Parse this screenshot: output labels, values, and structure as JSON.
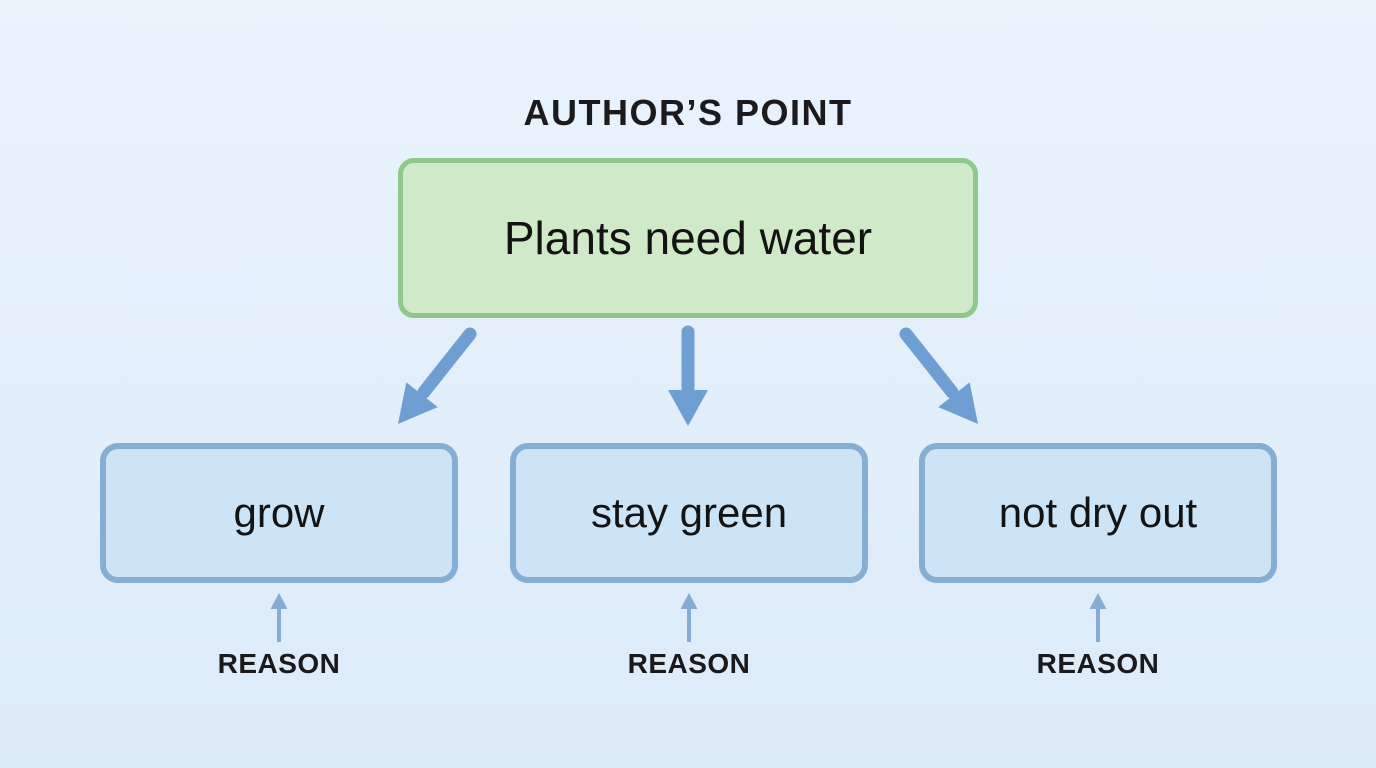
{
  "title": "AUTHOR’S POINT",
  "point_box": {
    "label": "Plants need water"
  },
  "reasons": [
    {
      "label": "grow",
      "tag": "REASON"
    },
    {
      "label": "stay green",
      "tag": "REASON"
    },
    {
      "label": "not dry out",
      "tag": "REASON"
    }
  ],
  "colors": {
    "background": "#e4f0fa",
    "point_fill": "#cfe9c9",
    "point_border": "#8ec88c",
    "reason_fill": "#cde4f7",
    "reason_border": "#84aed3",
    "flow_arrow": "#6f9fd2",
    "small_arrow": "#86abd4",
    "text": "#161616"
  }
}
